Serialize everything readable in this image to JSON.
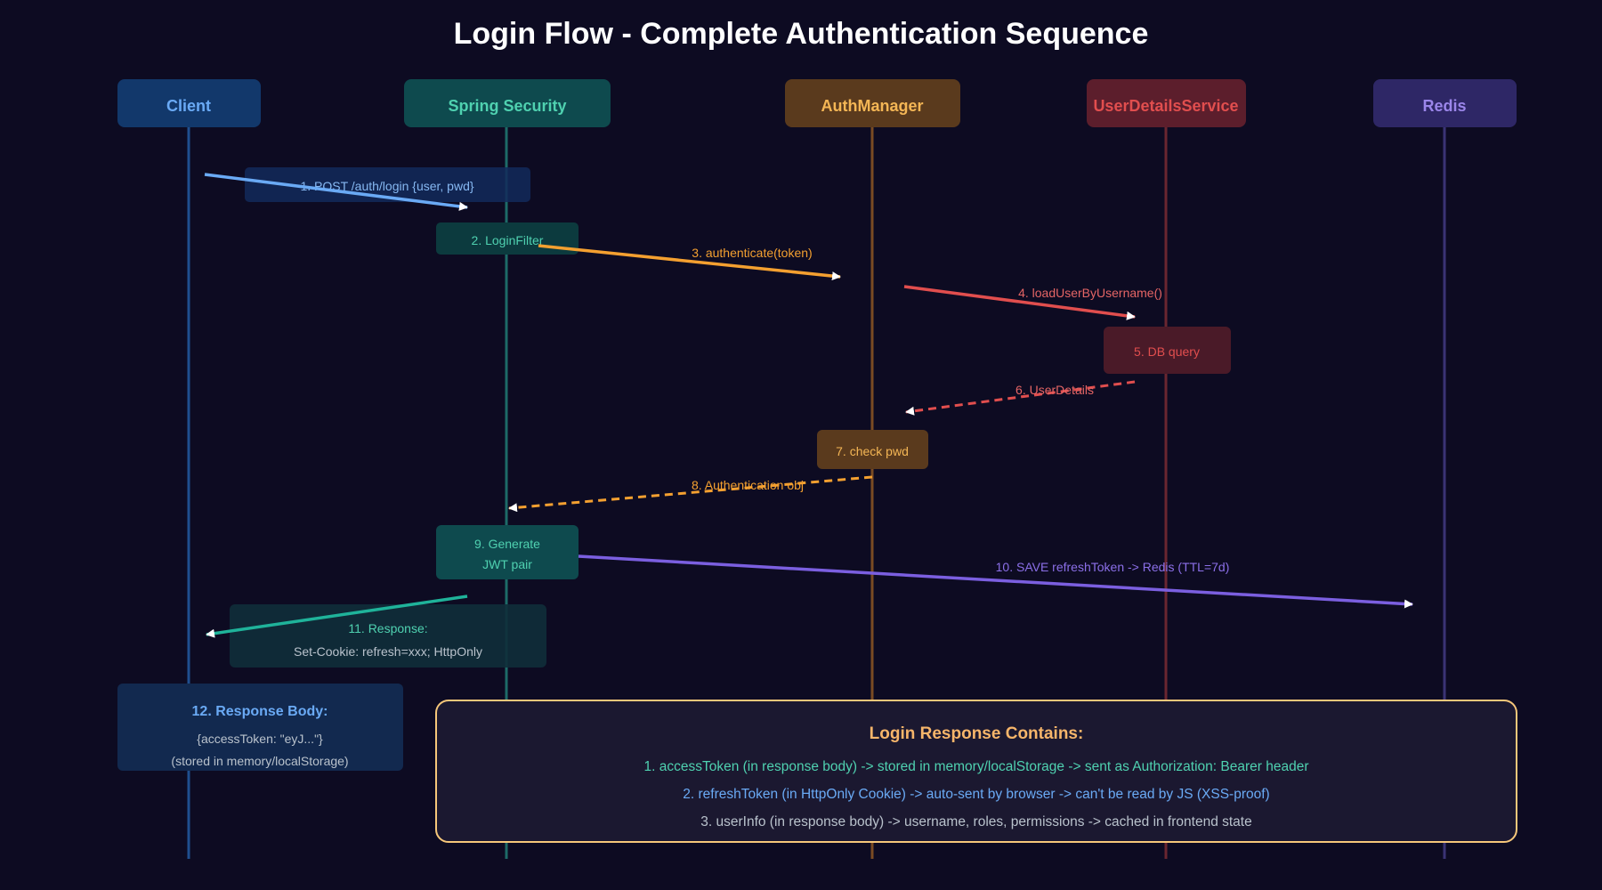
{
  "title": "Login Flow - Complete Authentication Sequence",
  "colors": {
    "background": "#0d0b22",
    "client": "#6aaaf5",
    "spring": "#4fd1b0",
    "auth": "#f4a030",
    "uds": "#e14e4e",
    "redis": "#8b6fe8",
    "response": "#1fb39a",
    "summary_border": "#f6c77a"
  },
  "actors": {
    "client": "Client",
    "spring": "Spring Security",
    "auth": "AuthManager",
    "uds": "UserDetailsService",
    "redis": "Redis"
  },
  "messages": {
    "m1": "1. POST /auth/login {user, pwd}",
    "m2": "2. LoginFilter",
    "m3": "3. authenticate(token)",
    "m4": "4. loadUserByUsername()",
    "m5": "5. DB query",
    "m6": "6. UserDetails",
    "m7": "7. check pwd",
    "m8": "8. Authentication obj",
    "m9_line1": "9. Generate",
    "m9_line2": "JWT pair",
    "m10": "10. SAVE refreshToken -> Redis (TTL=7d)",
    "m11_line1": "11. Response:",
    "m11_line2": "Set-Cookie: refresh=xxx; HttpOnly"
  },
  "response_body": {
    "title": "12. Response Body:",
    "line1": "{accessToken: \"eyJ...\"}",
    "line2": "(stored in memory/localStorage)"
  },
  "summary": {
    "title": "Login Response Contains:",
    "line1": "1. accessToken (in response body) -> stored in memory/localStorage -> sent as Authorization: Bearer header",
    "line2": "2. refreshToken (in HttpOnly Cookie) -> auto-sent by browser -> can't be read by JS (XSS-proof)",
    "line3": "3. userInfo (in response body) -> username, roles, permissions -> cached in frontend state"
  }
}
